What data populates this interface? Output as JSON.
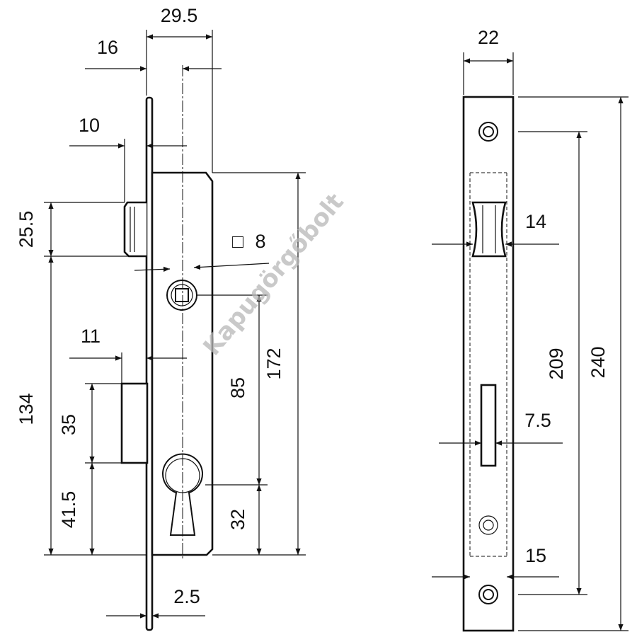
{
  "watermark": "Kapugörgőbolt",
  "side_view": {
    "dim_faceplate_to_spindle": "29.5",
    "dim_backset": "16",
    "dim_latch_projection": "10",
    "dim_latch_height": "25.5",
    "dim_spindle_square_symbol": "□",
    "dim_spindle_square": "8",
    "dim_deadbolt_projection": "11",
    "dim_case_height": "172",
    "dim_spindle_to_cylinder": "85",
    "dim_overall_134": "134",
    "dim_bolt_height": "35",
    "dim_bolt_offset": "41.5",
    "dim_cylinder_lower": "32",
    "dim_faceplate_thickness": "2.5"
  },
  "front_view": {
    "dim_faceplate_width": "22",
    "dim_latch_width": "14",
    "dim_hole_spacing": "209",
    "dim_faceplate_length": "240",
    "dim_bolt_width": "7.5",
    "dim_lower_offset": "15"
  }
}
